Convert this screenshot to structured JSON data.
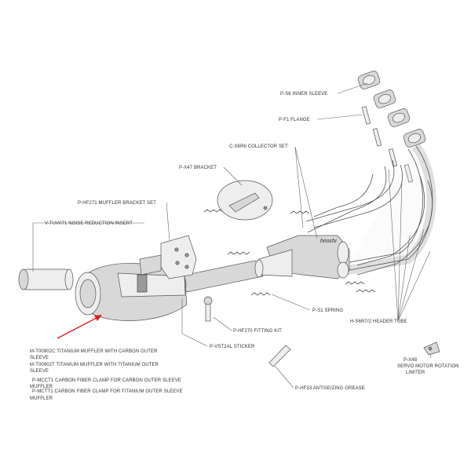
{
  "watermark": "hirochi",
  "accent_color": "#d62020",
  "labels": {
    "inner_sleeve": "P-S6  INNER SLEEVE",
    "flange": "P-F1  FLANGE",
    "collector_set": "C-S6R6  COLLECTOR SET",
    "bracket": "P-X47  BRACKET",
    "muffler_bracket_set": "P-HF271  MUFFLER BRACKET SET",
    "noise_insert": "V-TUV071  NOISE REDUCTION INSERT",
    "spring": "P-S1  SPRING",
    "fitting_kit": "P-HF270  FITTING KIT",
    "sticker": "P-VST2AL  STICKER",
    "header_tube": "H-S6R7/2  HEADER TUBE",
    "muffler_carbon_1": "M-T00902C  TITANIUM MUFFLER WITH CARBON OUTER",
    "muffler_carbon_2": "SLEEVE",
    "muffler_titanium_1": "M-T00902T  TITANIUM MUFFLER WITH TITANIUM OUTER",
    "muffler_titanium_2": "SLEEVE",
    "clamp_carbon_1": "P-MCCT1  CARBON FIBER CLAMP FOR CARBON OUTER SLEEVE",
    "clamp_carbon_2": "MUFFLER",
    "clamp_titanium_1": "P-MCTT1  CARBON FIBER CLAMP FOR TITANIUM OUTER SLEEVE",
    "clamp_titanium_2": "MUFFLER",
    "grease": "P-HF33  ANTISEIZING GREASE",
    "servo_limiter_1": "P-X48",
    "servo_limiter_2": "SERVO MOTOR ROTATION",
    "servo_limiter_3": "LIMITER"
  }
}
